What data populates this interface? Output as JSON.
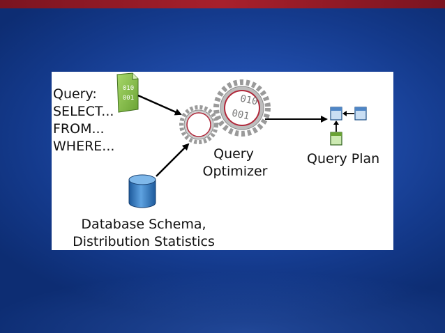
{
  "diagram": {
    "query_lines": [
      "Query:",
      "SELECT...",
      "FROM...",
      "WHERE..."
    ],
    "optimizer_lines": [
      "Query",
      "Optimizer"
    ],
    "plan_label": "Query Plan",
    "schema_lines": [
      "Database Schema,",
      "Distribution Statistics"
    ],
    "document_glyphs": [
      "010",
      "001"
    ],
    "gear_digits": [
      "010",
      "001"
    ]
  },
  "colors": {
    "background": "#1f4ba8",
    "top_bar": "#a8202c",
    "document_fill": "#8fc24b",
    "cylinder_fill": "#2d73b8",
    "gear_fill": "#b5b5b5",
    "gear_ring": "#b0283a",
    "plan_node_fill": "#c9def3"
  }
}
